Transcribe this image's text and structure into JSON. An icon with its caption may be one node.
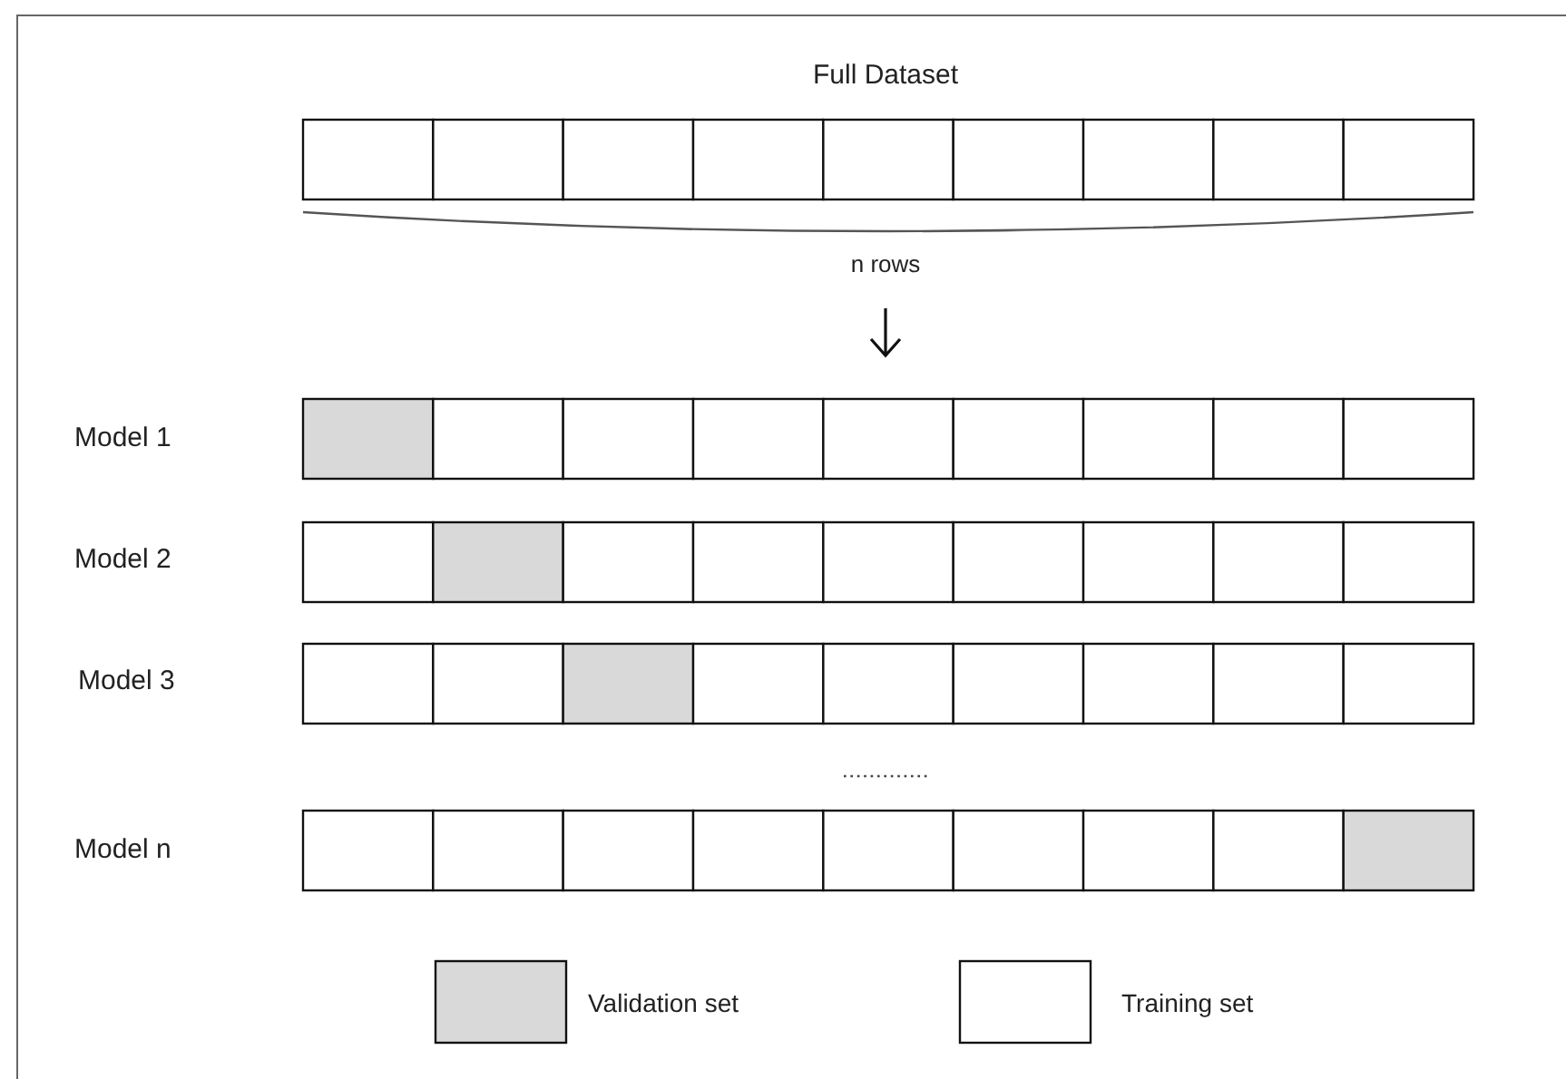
{
  "diagram": {
    "labels": [
      "Full Dataset",
      "n rows",
      "Model 1",
      "Model 2",
      "Model 3",
      "Model n"
    ],
    "legend": [
      {
        "text": "Validation set",
        "color": "#d9d9d9"
      },
      {
        "text": "Training set",
        "color": "#ffffff"
      }
    ]
  }
}
